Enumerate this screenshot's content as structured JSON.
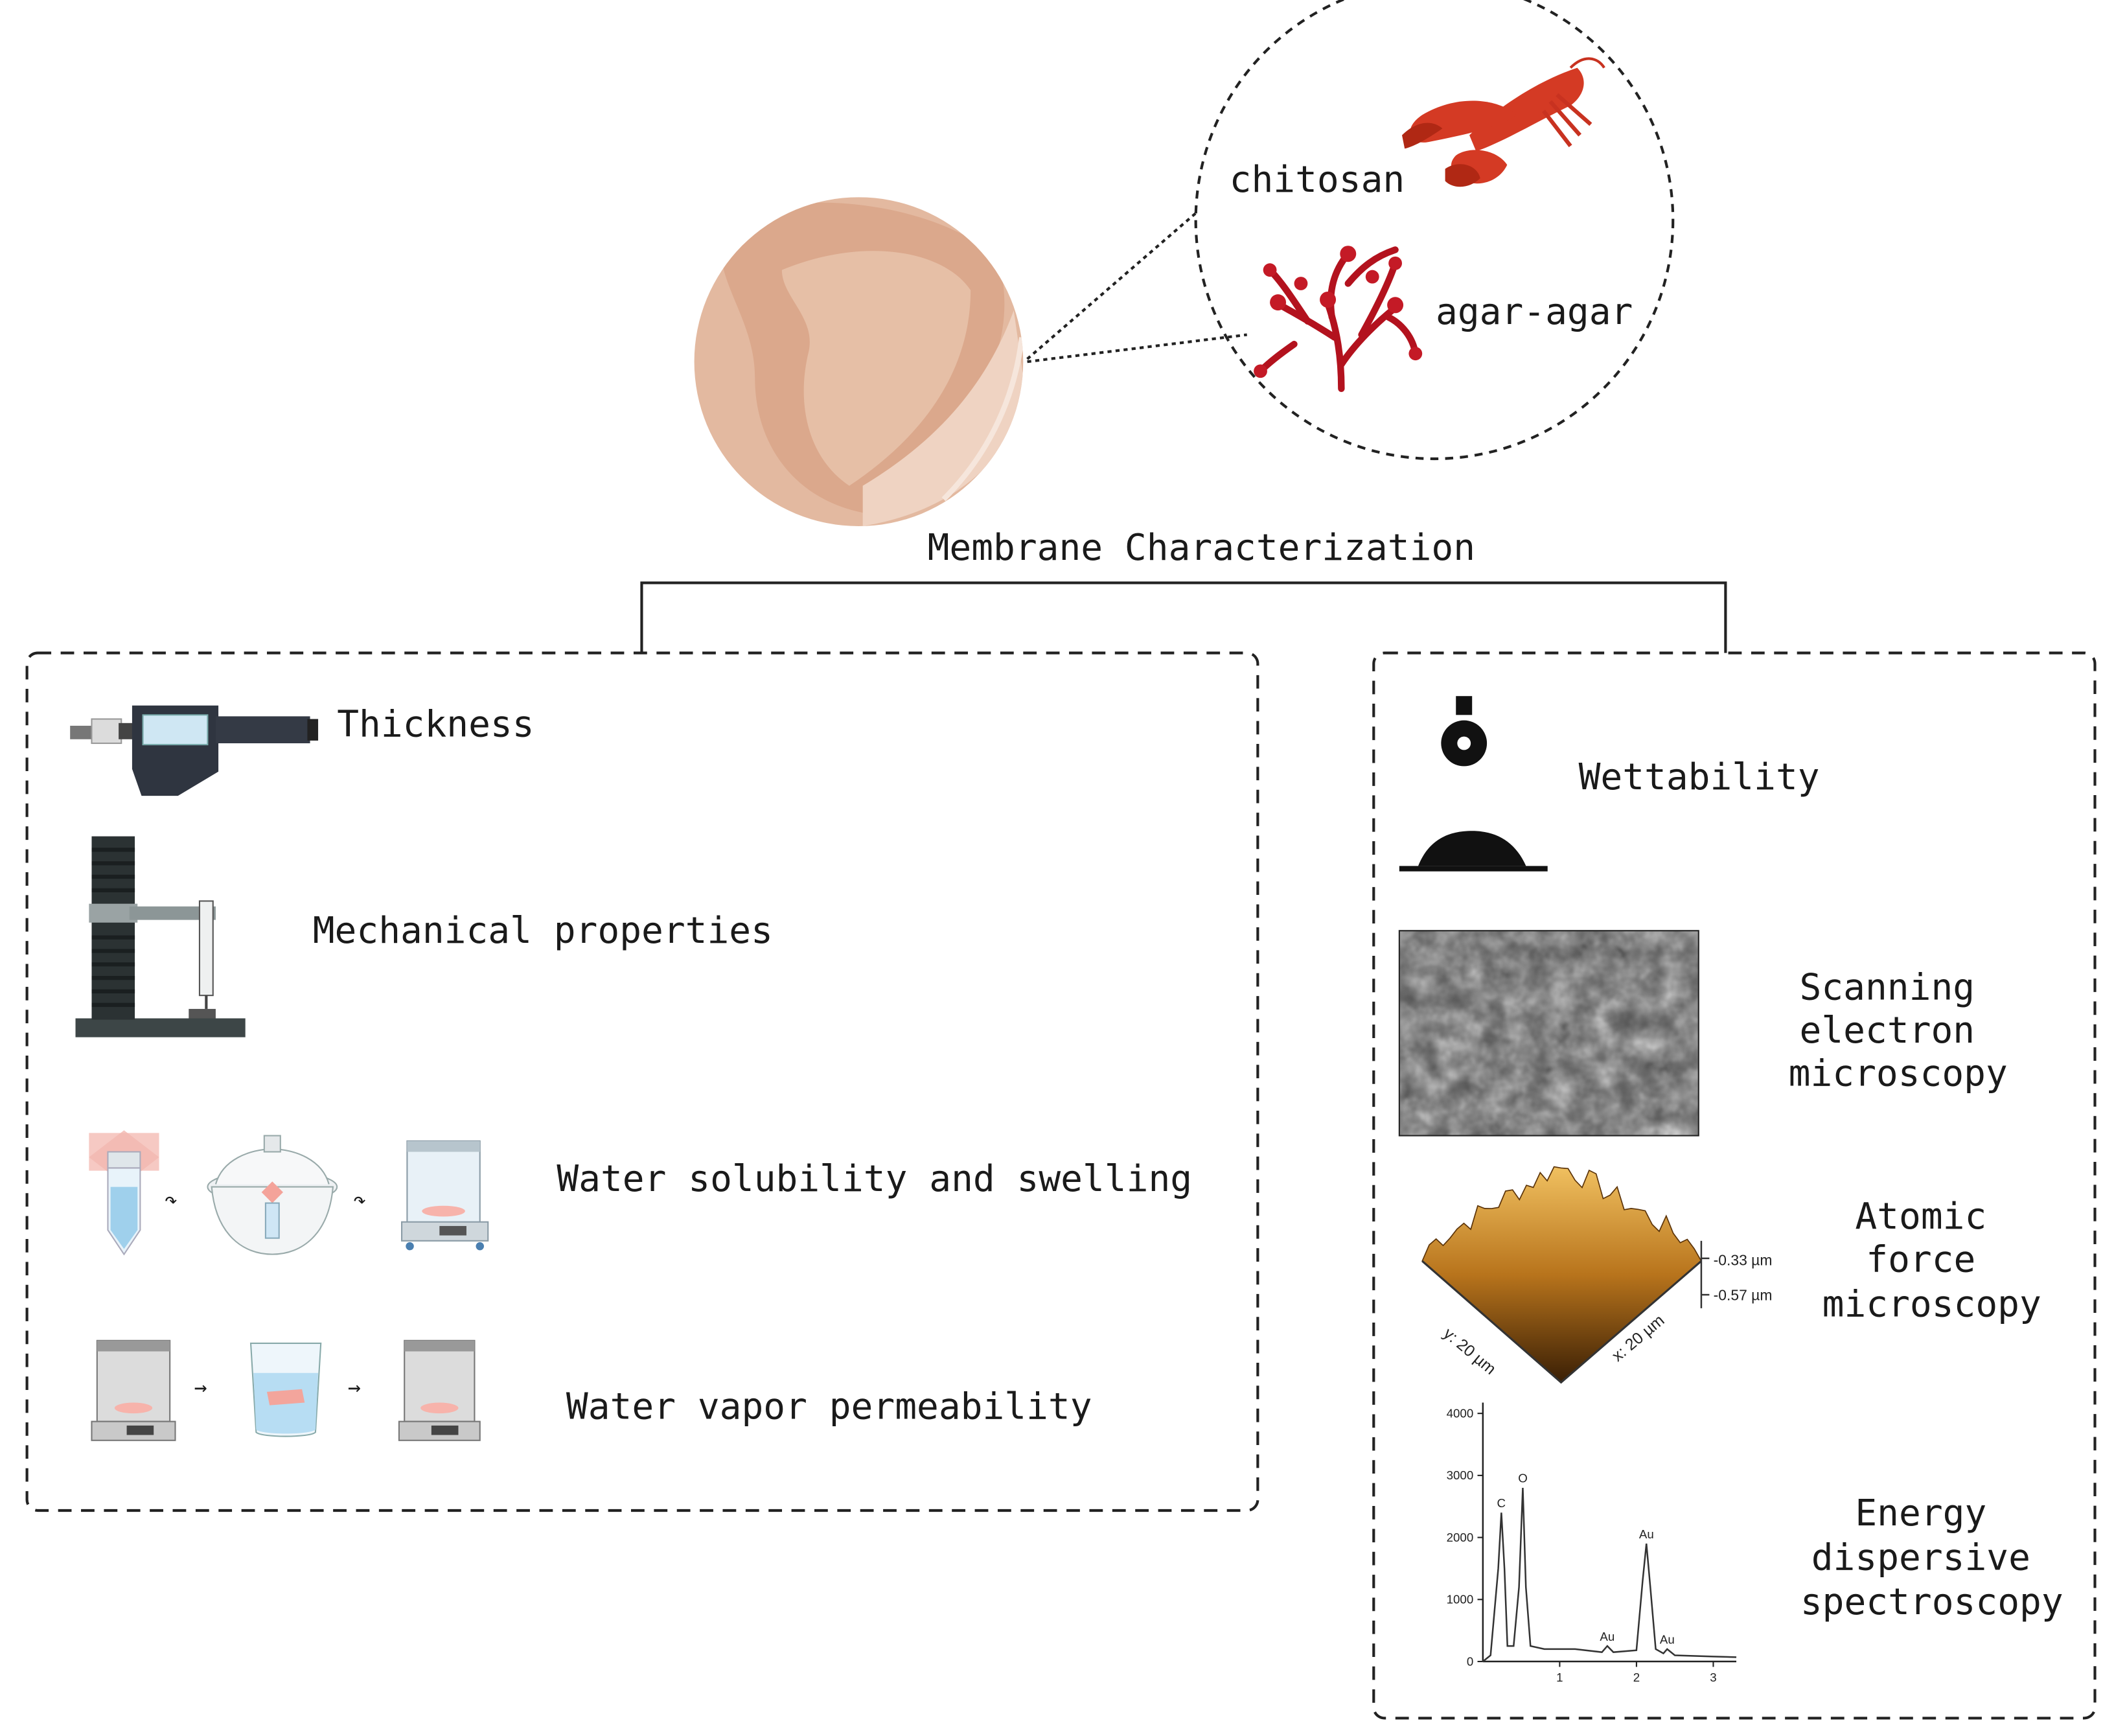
{
  "title": "Membrane Characterization",
  "materials": {
    "chitosan": "chitosan",
    "agar": "agar-agar"
  },
  "left_panel": {
    "thickness": "Thickness",
    "mechanical": "Mechanical properties",
    "solubility": "Water solubility and swelling",
    "wvp": "Water vapor permeability"
  },
  "right_panel": {
    "wettability": "Wettability",
    "sem": [
      "Scanning",
      "electron",
      "microscopy"
    ],
    "afm": [
      "Atomic",
      "force",
      "microscopy"
    ],
    "eds": [
      "Energy",
      "dispersive",
      "spectroscopy"
    ]
  },
  "afm_axes": {
    "z1": "-0.33 µm",
    "z2": "-0.57 µm",
    "y": "y: 20 µm",
    "x": "x: 20 µm"
  },
  "eds_chart": {
    "y_ticks": [
      "0",
      "1000",
      "2000",
      "3000",
      "4000"
    ],
    "x_ticks": [
      "1",
      "2",
      "3"
    ],
    "peaks": [
      "C",
      "O",
      "Au",
      "Au",
      "Au"
    ]
  },
  "colors": {
    "membrane": "#e3b9a0",
    "lobster": "#d43a24",
    "seaweed": "#b3121e",
    "afm_surface": "#b8741c"
  },
  "chart_data": {
    "type": "line",
    "title": "",
    "xlabel": "",
    "ylabel": "",
    "xlim": [
      0,
      3.3
    ],
    "ylim": [
      0,
      4000
    ],
    "x": [
      0.0,
      0.1,
      0.2,
      0.24,
      0.28,
      0.32,
      0.4,
      0.47,
      0.52,
      0.56,
      0.62,
      0.8,
      1.2,
      1.55,
      1.62,
      1.7,
      2.0,
      2.08,
      2.13,
      2.18,
      2.25,
      2.35,
      2.4,
      2.5,
      3.0,
      3.3
    ],
    "y": [
      0,
      100,
      1500,
      2400,
      1500,
      250,
      250,
      1200,
      2800,
      1200,
      250,
      200,
      200,
      150,
      250,
      150,
      180,
      1300,
      1900,
      1200,
      200,
      130,
      200,
      100,
      80,
      70
    ],
    "labels": [
      {
        "text": "C",
        "x": 0.24,
        "y": 2400
      },
      {
        "text": "O",
        "x": 0.52,
        "y": 2800
      },
      {
        "text": "Au",
        "x": 1.62,
        "y": 250
      },
      {
        "text": "Au",
        "x": 2.13,
        "y": 1900
      },
      {
        "text": "Au",
        "x": 2.4,
        "y": 200
      }
    ],
    "grid": false
  }
}
